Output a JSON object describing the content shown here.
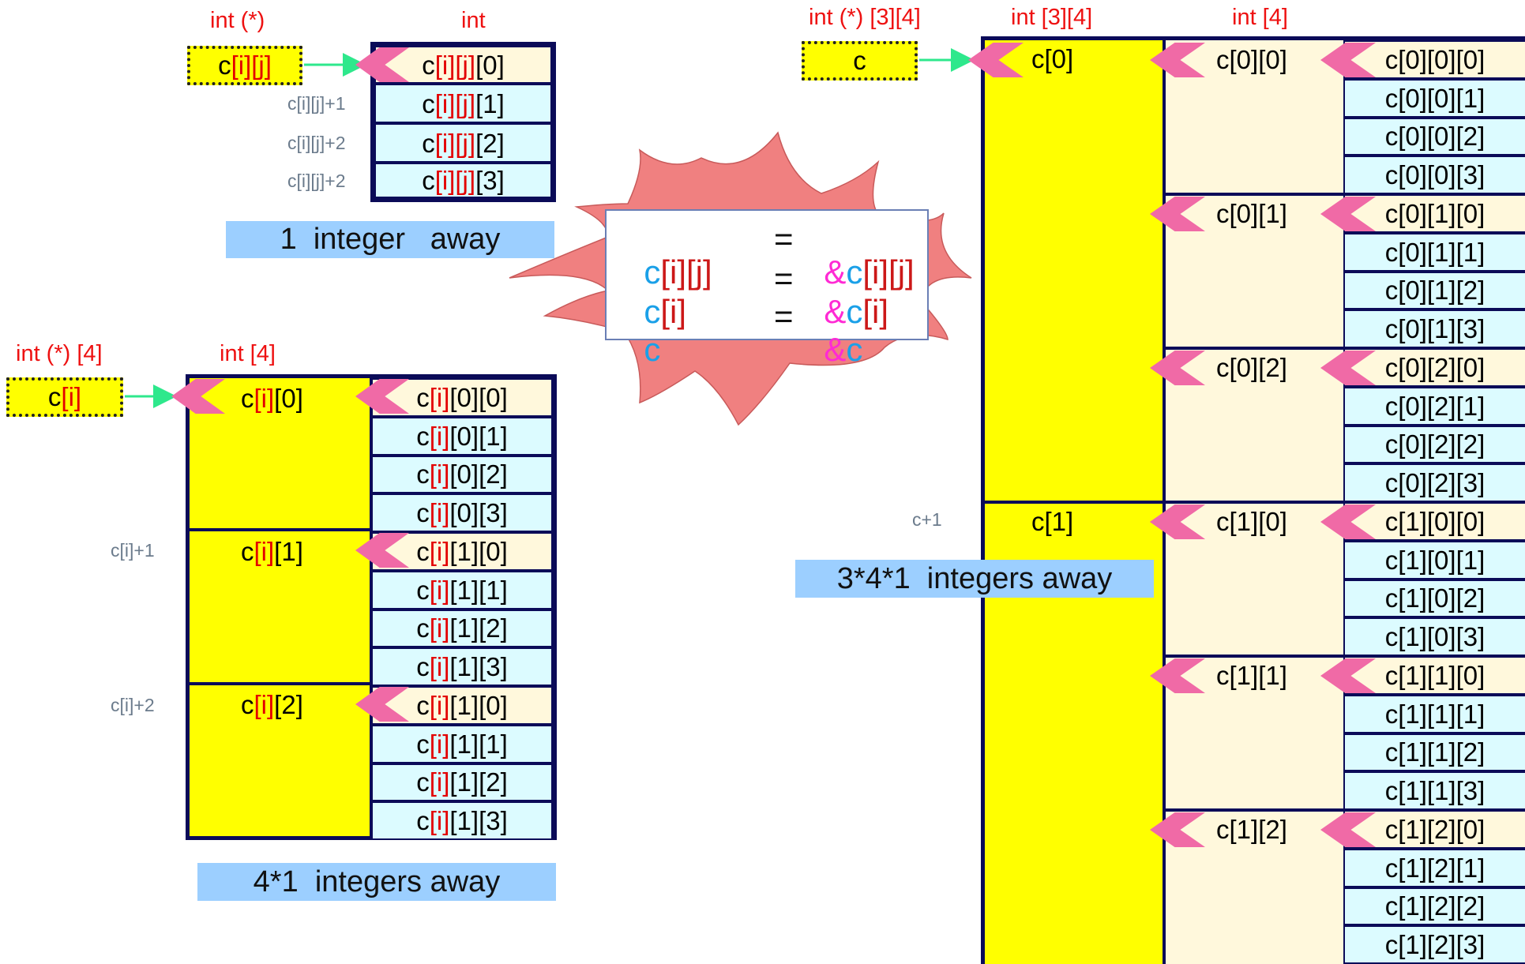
{
  "left_top": {
    "type_ptr": "int (*)",
    "type_elem": "int",
    "pointer": [
      "c",
      "[i][j]"
    ],
    "elems": [
      [
        "c",
        "[i][j]",
        "[0]"
      ],
      [
        "c",
        "[i][j]",
        "[1]"
      ],
      [
        "c",
        "[i][j]",
        "[2]"
      ],
      [
        "c",
        "[i][j]",
        "[3]"
      ]
    ],
    "offsets": [
      "c[i][j]+1",
      "c[i][j]+2",
      "c[i][j]+2"
    ],
    "banner": "1  integer   away"
  },
  "left_bottom": {
    "type_ptr": "int (*) [4]",
    "type_elem": "int [4]",
    "pointer": [
      "c",
      "[i]"
    ],
    "rows": [
      [
        "c",
        "[i]",
        "[0]"
      ],
      [
        "c",
        "[i]",
        "[1]"
      ],
      [
        "c",
        "[i]",
        "[2]"
      ]
    ],
    "elems": [
      [
        "c",
        "[i]",
        "[0][0]"
      ],
      [
        "c",
        "[i]",
        "[0][1]"
      ],
      [
        "c",
        "[i]",
        "[0][2]"
      ],
      [
        "c",
        "[i]",
        "[0][3]"
      ],
      [
        "c",
        "[i]",
        "[1][0]"
      ],
      [
        "c",
        "[i]",
        "[1][1]"
      ],
      [
        "c",
        "[i]",
        "[1][2]"
      ],
      [
        "c",
        "[i]",
        "[1][3]"
      ],
      [
        "c",
        "[i]",
        "[1][0]"
      ],
      [
        "c",
        "[i]",
        "[1][1]"
      ],
      [
        "c",
        "[i]",
        "[1][2]"
      ],
      [
        "c",
        "[i]",
        "[1][3]"
      ]
    ],
    "offsets": [
      "c[i]+1",
      "c[i]+2"
    ],
    "banner": "4*1  integers away"
  },
  "center": {
    "lines": [
      {
        "lhs": [
          "c",
          "[i][j]"
        ],
        "rhs": [
          "&",
          "c",
          "[i][j]"
        ]
      },
      {
        "lhs": [
          "c",
          "[i]"
        ],
        "rhs": [
          "&",
          "c",
          "[i]"
        ]
      },
      {
        "lhs": [
          "c",
          ""
        ],
        "rhs": [
          "&",
          "c",
          ""
        ]
      }
    ],
    "equals": "="
  },
  "right": {
    "type_ptr": "int (*) [3][4]",
    "type_arr": "int [3][4]",
    "type_row": "int [4]",
    "pointer": "c",
    "blocks": [
      "c[0]",
      "c[1]"
    ],
    "offset": "c+1",
    "rows": [
      "c[0][0]",
      "c[0][1]",
      "c[0][2]",
      "c[1][0]",
      "c[1][1]",
      "c[1][2]"
    ],
    "elems": [
      "c[0][0][0]",
      "c[0][0][1]",
      "c[0][0][2]",
      "c[0][0][3]",
      "c[0][1][0]",
      "c[0][1][1]",
      "c[0][1][2]",
      "c[0][1][3]",
      "c[0][2][0]",
      "c[0][2][1]",
      "c[0][2][2]",
      "c[0][2][3]",
      "c[1][0][0]",
      "c[1][0][1]",
      "c[1][0][2]",
      "c[1][0][3]",
      "c[1][1][0]",
      "c[1][1][1]",
      "c[1][1][2]",
      "c[1][1][3]",
      "c[1][2][0]",
      "c[1][2][1]",
      "c[1][2][2]",
      "c[1][2][3]"
    ],
    "banner": "3*4*1  integers away"
  },
  "colors": {
    "frame": "#0b0b58",
    "yellow": "#ffff00",
    "cream": "#fff8dc",
    "cyan": "#dcfbff",
    "arrow": "#2ee88c",
    "chevron": "#f06aa6",
    "burst": "#f08080",
    "banner": "#9ccfff",
    "type_label": "#ee1111",
    "index_red": "#e30000"
  }
}
